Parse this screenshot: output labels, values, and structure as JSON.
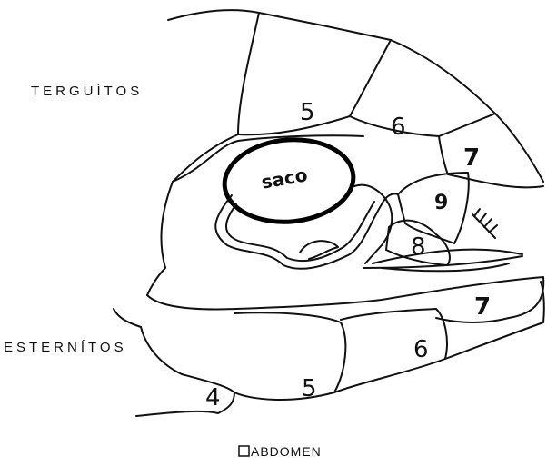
{
  "labels": {
    "terguitos": "TERGUÍTOS",
    "esternitos": "ESTERNÍTOS",
    "saco": "saco",
    "caption": "ABDOMEN"
  },
  "segments": {
    "t5": "5",
    "t6": "6",
    "t7": "7",
    "s4": "4",
    "s5": "5",
    "s6": "6",
    "s7": "7",
    "s8": "8",
    "s9": "9"
  }
}
